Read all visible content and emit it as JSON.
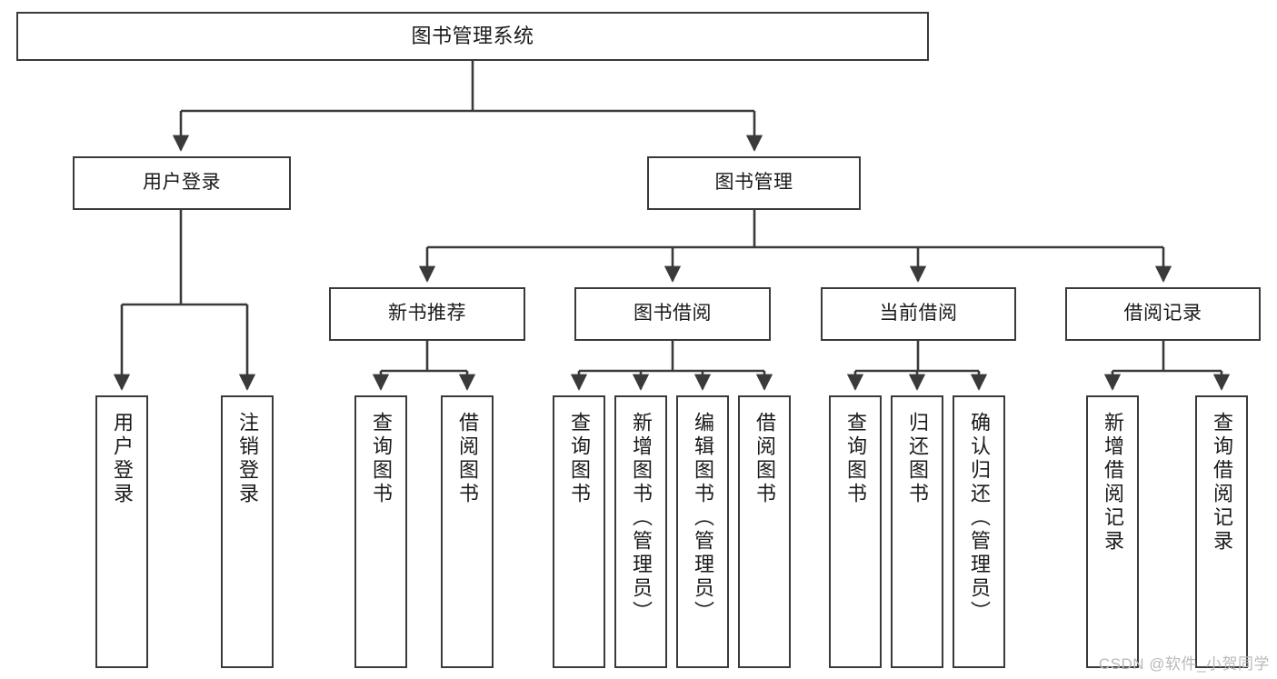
{
  "diagram": {
    "title": "图书管理系统",
    "type": "tree-hierarchy",
    "watermark": "CSDN @软件_小贺同学",
    "colors": {
      "border": "#3a3a3a",
      "text": "#1a1a1a",
      "background": "#ffffff",
      "watermark": "#b9b9b9"
    }
  },
  "nodes": {
    "root": {
      "label": "图书管理系统"
    },
    "level2": [
      {
        "id": "user-login",
        "label": "用户登录"
      },
      {
        "id": "book-manage",
        "label": "图书管理"
      }
    ],
    "level3": [
      {
        "id": "new-book-recommend",
        "label": "新书推荐"
      },
      {
        "id": "book-borrow",
        "label": "图书借阅"
      },
      {
        "id": "current-borrow",
        "label": "当前借阅"
      },
      {
        "id": "borrow-record",
        "label": "借阅记录"
      }
    ],
    "leaves": {
      "user_login": [
        {
          "id": "leaf-user-login",
          "label": "用户登录"
        },
        {
          "id": "leaf-logout-login",
          "label": "注销登录"
        }
      ],
      "new_book_recommend": [
        {
          "id": "leaf-query-book-1",
          "label": "查询图书"
        },
        {
          "id": "leaf-borrow-book-1",
          "label": "借阅图书"
        }
      ],
      "book_borrow": [
        {
          "id": "leaf-query-book-2",
          "label": "查询图书"
        },
        {
          "id": "leaf-add-book",
          "label": "新增图书（管理员）"
        },
        {
          "id": "leaf-edit-book",
          "label": "编辑图书（管理员）"
        },
        {
          "id": "leaf-borrow-book-2",
          "label": "借阅图书"
        }
      ],
      "current_borrow": [
        {
          "id": "leaf-query-book-3",
          "label": "查询图书"
        },
        {
          "id": "leaf-return-book",
          "label": "归还图书"
        },
        {
          "id": "leaf-confirm-return",
          "label": "确认归还（管理员）"
        }
      ],
      "borrow_record": [
        {
          "id": "leaf-add-record",
          "label": "新增借阅记录"
        },
        {
          "id": "leaf-query-record",
          "label": "查询借阅记录"
        }
      ]
    }
  }
}
